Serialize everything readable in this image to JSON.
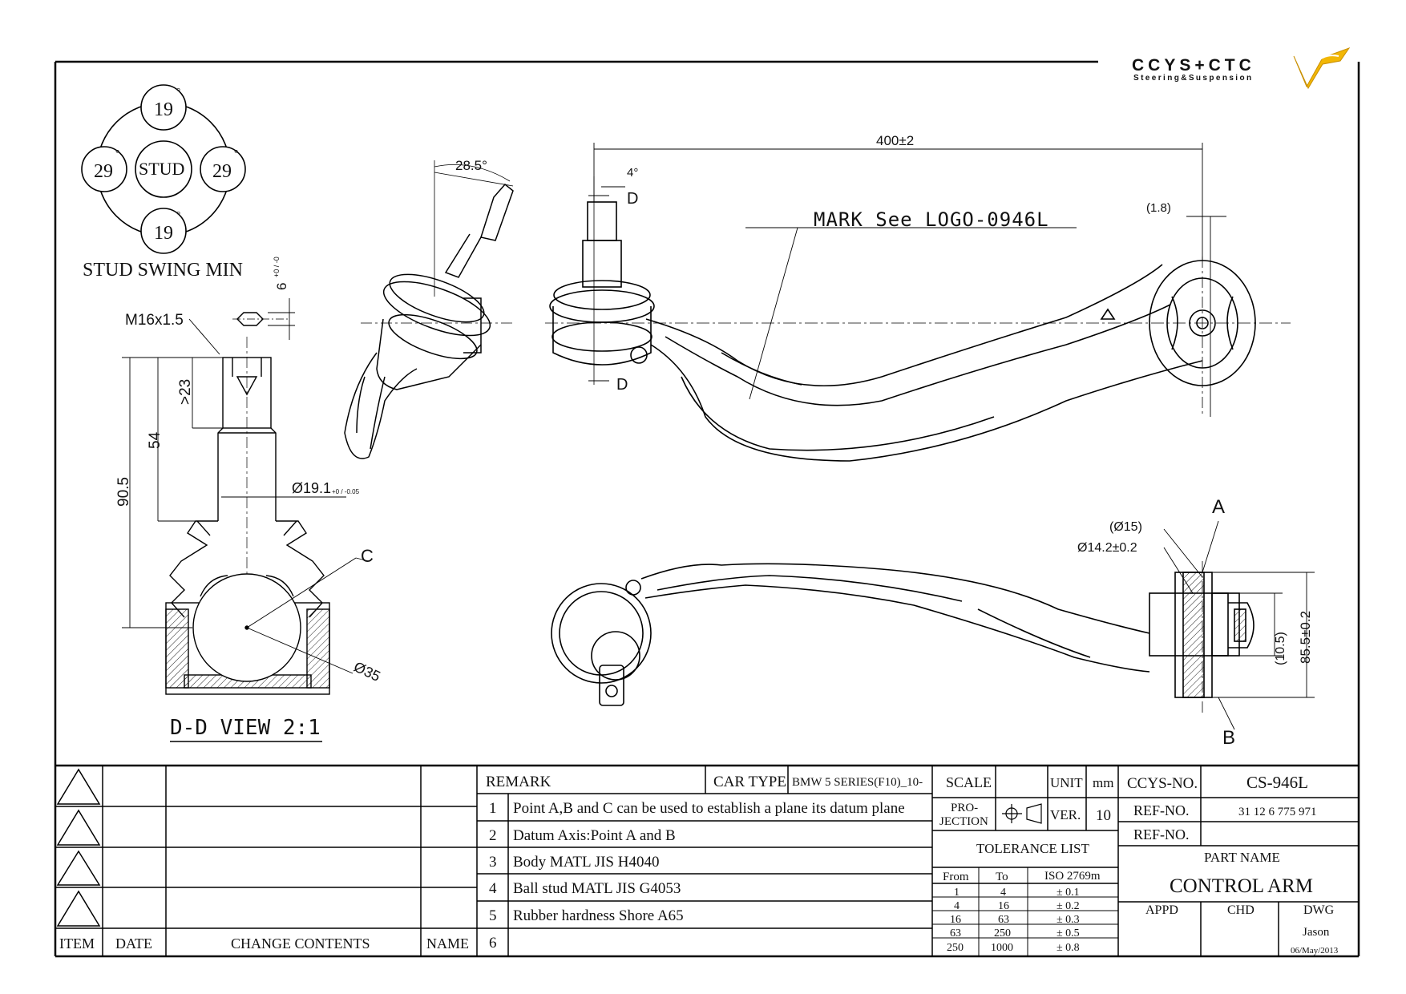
{
  "logo": {
    "brand": "CCYS+CTC",
    "tagline": "Steering&Suspension",
    "accent": "#f2b705"
  },
  "stud_swing": {
    "top": "19",
    "bottom": "19",
    "left": "29",
    "right": "29",
    "center": "STUD",
    "degree": "°",
    "title": "STUD SWING MIN"
  },
  "dd_view": {
    "thread": "M16x1.5",
    "dim_54": "54",
    "dim_90_5": "90.5",
    "dim_23": ">23",
    "dim_6": "6",
    "dim_6_tol": "+0 / -0",
    "dia_19_1": "Ø19.1",
    "dia_19_1_tol": "+0 / -0.05",
    "dia_35": "Ø35",
    "point_c": "C",
    "title": "D-D VIEW 2:1"
  },
  "iso_view": {
    "angle": "28.5°"
  },
  "top_view": {
    "length": "400±2",
    "angle": "4°",
    "section_d": "D",
    "mark": "MARK See LOGO-0946L",
    "offset": "(1.8)"
  },
  "side_view": {
    "point_a": "A",
    "point_b": "B",
    "dia_15": "(Ø15)",
    "dia_14_2": "Ø14.2±0.2",
    "dim_10_5": "(10.5)",
    "dim_85_5": "85.5±0.2"
  },
  "revision_table": {
    "headers": [
      "ITEM",
      "DATE",
      "CHANGE CONTENTS",
      "NAME"
    ]
  },
  "remarks": {
    "header": "REMARK",
    "car_type_label": "CAR TYPE",
    "car_type": "BMW 5 SERIES(F10)_10-",
    "items": [
      {
        "no": "1",
        "text": "Point A,B and C can be used to establish a plane its datum plane"
      },
      {
        "no": "2",
        "text": "Datum Axis:Point A and B"
      },
      {
        "no": "3",
        "text": "Body MATL JIS H4040"
      },
      {
        "no": "4",
        "text": "Ball stud MATL JIS G4053"
      },
      {
        "no": "5",
        "text": "Rubber hardness Shore A65"
      },
      {
        "no": "6",
        "text": ""
      }
    ]
  },
  "spec": {
    "scale_label": "SCALE",
    "scale": "",
    "unit_label": "UNIT",
    "unit": "mm",
    "projection_label_1": "PRO-",
    "projection_label_2": "JECTION",
    "ver_label": "VER.",
    "ver": "10",
    "tolerance_title": "TOLERANCE LIST",
    "tolerance_headers": [
      "From",
      "To",
      "ISO 2769m"
    ],
    "tolerance_rows": [
      [
        "1",
        "4",
        "± 0.1"
      ],
      [
        "4",
        "16",
        "± 0.2"
      ],
      [
        "16",
        "63",
        "± 0.3"
      ],
      [
        "63",
        "250",
        "± 0.5"
      ],
      [
        "250",
        "1000",
        "± 0.8"
      ]
    ]
  },
  "title_block": {
    "ccys_no_label": "CCYS-NO.",
    "ccys_no": "CS-946L",
    "ref_no_label": "REF-NO.",
    "ref_no": "31 12 6 775 971",
    "ref_no2_label": "REF-NO.",
    "ref_no2": "",
    "part_name_label": "PART NAME",
    "part_name": "CONTROL ARM",
    "appd": "APPD",
    "chd": "CHD",
    "dwg": "DWG",
    "drawer": "Jason",
    "date": "06/May/2013"
  }
}
